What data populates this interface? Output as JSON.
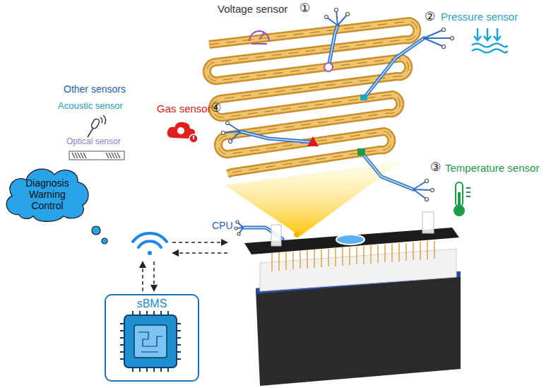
{
  "diagram": {
    "nodes": [
      {
        "text": [
          "Diagnosis Warning Control"
        ]
      },
      {
        "text": [
          "sBMS"
        ]
      }
    ],
    "labels": [
      "Voltage sensor",
      "①",
      "Pressure sensor",
      "②",
      "Other sensors",
      "Acoustic sensor",
      "Optical sensor",
      "Gas sensor",
      "④",
      "Temperature sensor",
      "③",
      "CPU"
    ]
  }
}
